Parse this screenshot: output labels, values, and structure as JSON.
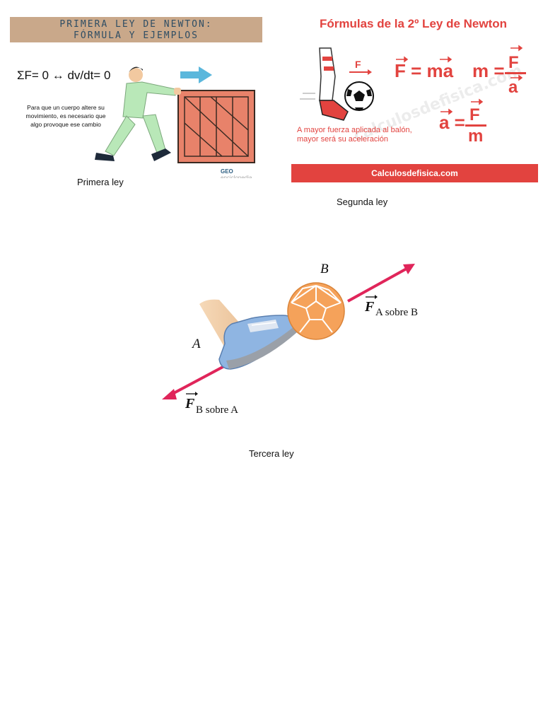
{
  "figures": [
    {
      "caption": "Primera ley",
      "banner_line1": "PRIMERA LEY DE NEWTON:",
      "banner_line2": "FÓRMULA Y EJEMPLOS",
      "formula": "ΣF= 0 ↔ dv/dt= 0",
      "description": "Para que un cuerpo altere su movimiento, es necesario que algo provoque ese cambio",
      "logo_main": "GEO",
      "logo_sub": "enciclopedia"
    },
    {
      "caption": "Segunda ley",
      "title": "Fórmulas de la 2º Ley de Newton",
      "force_label": "F",
      "formula_main": "F = ma",
      "formula_m_left": "m =",
      "formula_a_left": "a =",
      "frac_num": "F",
      "frac_den_a": "a",
      "frac_den_m": "m",
      "note_line1": "A mayor fuerza aplicada al balón,",
      "note_line2": "mayor será su aceleración",
      "footer": "Calculosdefisica.com",
      "watermark": "calculosdefisica.com"
    },
    {
      "caption": "Tercera ley",
      "label_b": "B",
      "label_a": "A",
      "force_ab_symbol": "F",
      "force_ab_sub": "A sobre B",
      "force_ba_symbol": "F",
      "force_ba_sub": "B sobre A"
    }
  ],
  "colors": {
    "banner_bg": "#c9a88a",
    "banner_text": "#2e4d64",
    "brand_red": "#e2433f",
    "box_orange": "#e8826a",
    "person_green": "#b9e8b8",
    "arrow_blue": "#5bb7dc",
    "force_arrow": "#e0255a",
    "ball_orange": "#f5a25a"
  }
}
